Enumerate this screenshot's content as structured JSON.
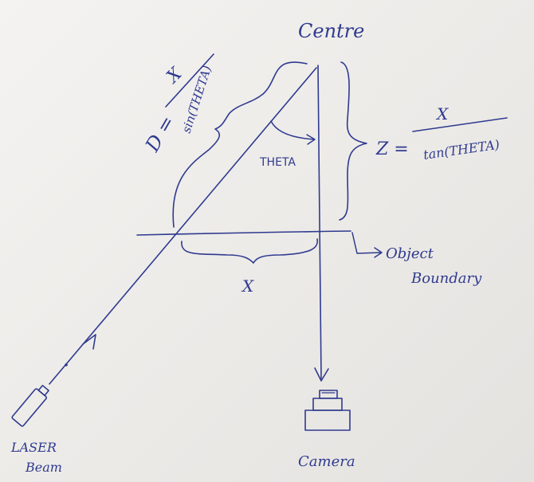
{
  "labels": {
    "centre": "Centre",
    "d_lhs": "D =",
    "d_numerator": "X",
    "d_denominator": "sin(THETA)",
    "z_lhs": "Z =",
    "z_numerator": "X",
    "z_denominator": "tan(THETA)",
    "theta": "THETA",
    "x_label": "X",
    "object_boundary_line1": "Object",
    "object_boundary_line2": "Boundary",
    "laser_line1": "LASER",
    "laser_line2": "Beam",
    "camera": "Camera"
  },
  "colors": {
    "ink": "#2f3a8f",
    "paper": "#efeeec"
  }
}
